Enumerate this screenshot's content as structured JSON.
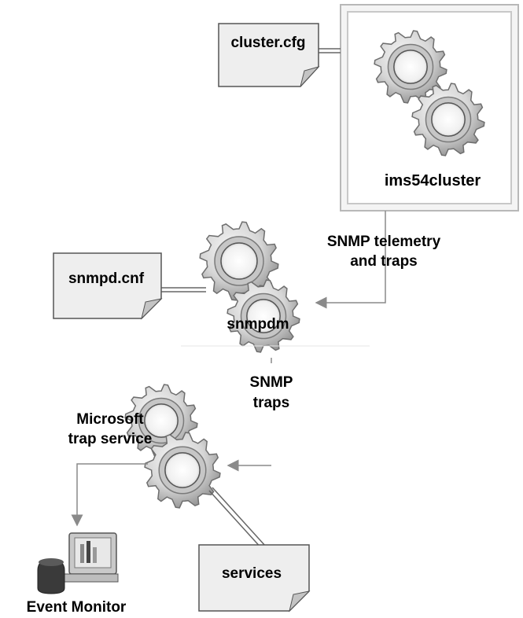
{
  "files": {
    "cluster_cfg": "cluster.cfg",
    "snmpd_cnf": "snmpd.cnf",
    "services": "services"
  },
  "components": {
    "ims54cluster": "ims54cluster",
    "snmpdm": "snmpdm",
    "trap_service_line1": "Microsoft",
    "trap_service_line2": "trap service",
    "event_monitor": "Event Monitor"
  },
  "flows": {
    "telemetry_line1": "SNMP telemetry",
    "telemetry_line2": "and traps",
    "traps_line1": "SNMP",
    "traps_line2": "traps"
  },
  "colors": {
    "gear_light": "#e6e6e6",
    "gear_dark": "#6e6e6e",
    "doc_fill": "#eeeeee",
    "arrow": "#8a8a8a",
    "box_border": "#b8b8b8"
  }
}
